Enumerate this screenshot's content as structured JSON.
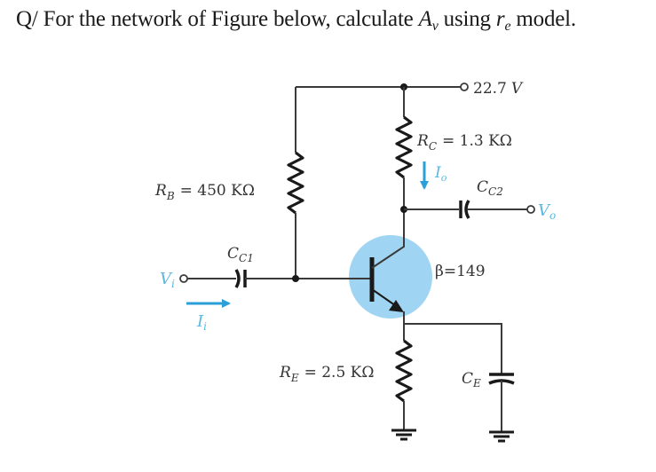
{
  "question": {
    "prefix": "Q/ For the network of Figure below, calculate ",
    "av_main": "A",
    "av_sub": "v",
    "middle": " using ",
    "re_main": "r",
    "re_sub": "e",
    "suffix": " model."
  },
  "circuit": {
    "supply": {
      "value": "22.7",
      "unit": "V"
    },
    "rc": {
      "name": "R",
      "sub": "C",
      "value": "= 1.3 KΩ"
    },
    "rb": {
      "name": "R",
      "sub": "B",
      "value": "= 450 KΩ"
    },
    "re": {
      "name": "R",
      "sub": "E",
      "value": "= 2.5 KΩ"
    },
    "cc1": {
      "name": "C",
      "sub": "C1"
    },
    "cc2": {
      "name": "C",
      "sub": "C2"
    },
    "ce": {
      "name": "C",
      "sub": "E"
    },
    "beta": "β=149",
    "vi": {
      "name": "V",
      "sub": "i"
    },
    "vo": {
      "name": "V",
      "sub": "o"
    },
    "ii": {
      "name": "I",
      "sub": "i"
    },
    "io": {
      "name": "I",
      "sub": "o"
    },
    "icons": [
      "npn-transistor-icon",
      "resistor-icon",
      "capacitor-icon",
      "ground-icon",
      "current-arrow-icon"
    ]
  },
  "colors": {
    "wire": "#3a3a3a",
    "component": "#1a1a1a",
    "transistor_highlight": "#9fd5f2",
    "current_arrow": "#2b9fd8",
    "io_label": "#5ab8de"
  }
}
